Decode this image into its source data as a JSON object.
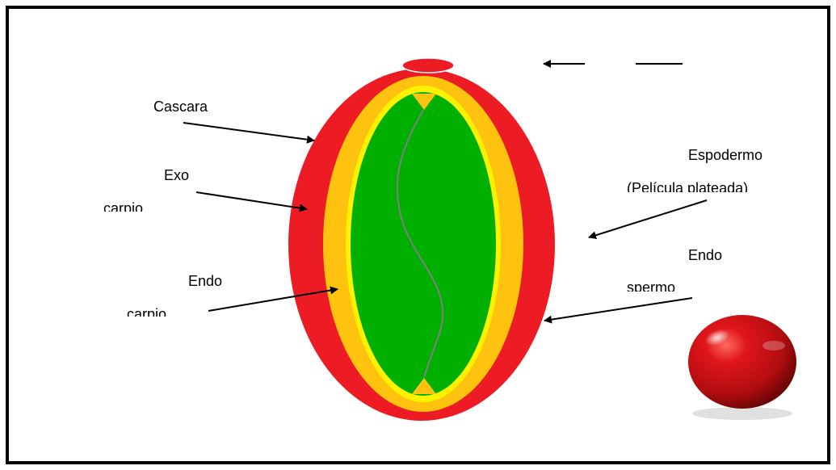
{
  "labels": {
    "cascara": "Cascara",
    "exo_1": "Exo",
    "exo_2": "carpio",
    "endo_1": "Endo",
    "endo_2": "carpio",
    "espodermo_1": "Espodermo",
    "espodermo_2": "(Película plateada)",
    "endosp_1": "Endo",
    "endosp_2": "spermo"
  },
  "colors": {
    "frame": "#000000",
    "skin": "#ED1C24",
    "pulp": "#FFC20E",
    "parchment": "#FFF200",
    "bean": "#00B000",
    "seam": "#808080"
  },
  "icons": {
    "cherry_photo": "red-coffee-cherry-image"
  }
}
